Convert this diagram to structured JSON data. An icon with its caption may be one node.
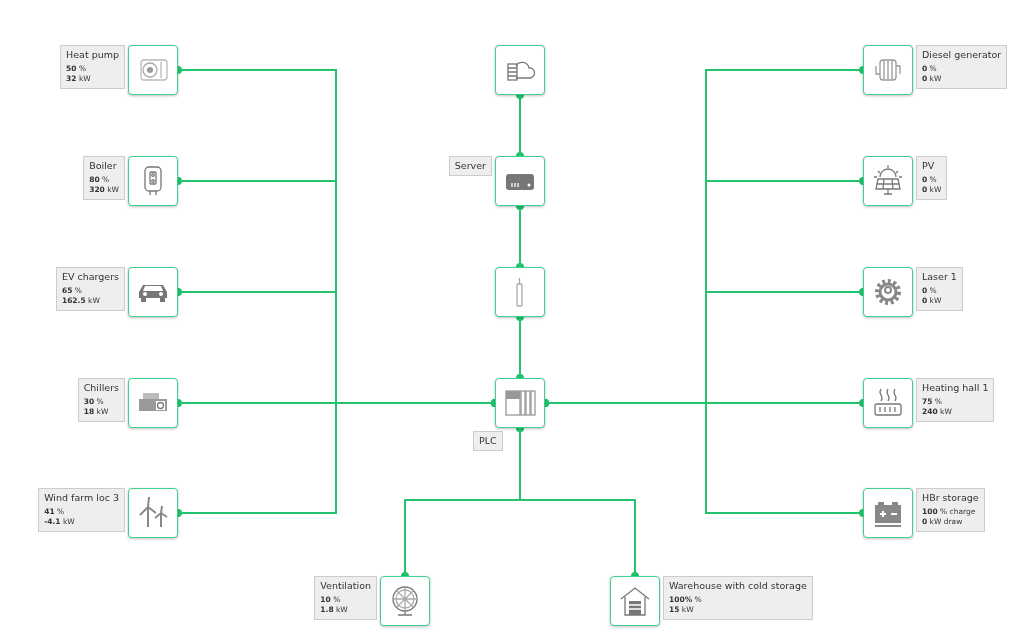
{
  "diagram": {
    "nodes": [
      {
        "text": [
          "Heat pump",
          "**50** %",
          "**32** kW"
        ]
      },
      {
        "text": [
          "Boiler",
          "**80** %",
          "**320** kW"
        ]
      },
      {
        "text": [
          "EV chargers",
          "**65** %",
          "**162.5** kW"
        ]
      },
      {
        "text": [
          "Chillers",
          "**30** %",
          "**18** kW"
        ]
      },
      {
        "text": [
          "Wind farm loc 3",
          "**41** %",
          "**-4.1** kW"
        ]
      },
      {
        "text": [],
        "shape": "picture"
      },
      {
        "text": [
          "Server"
        ]
      },
      {
        "text": [],
        "shape": "picture"
      },
      {
        "text": [
          "PLC"
        ]
      },
      {
        "text": [
          "Diesel generator",
          "**0** %",
          "**0** kW"
        ]
      },
      {
        "text": [
          "PV",
          "**0** %",
          "**0** kW"
        ]
      },
      {
        "text": [
          "Laser 1",
          "**0** %",
          "**0** kW"
        ]
      },
      {
        "text": [
          "Heating hall 1",
          "**75** %",
          "**240** kW"
        ]
      },
      {
        "text": [
          "HBr storage",
          "**100** % charge",
          "**0** kW draw"
        ]
      },
      {
        "text": [
          "Ventilation",
          "**10** %",
          "**1.8** kW"
        ]
      },
      {
        "text": [
          "Warehouse with cold storage",
          "**100%** %",
          "**15** kW"
        ]
      }
    ],
    "edges": [
      {
        "from": 5,
        "to": 6,
        "arrow": "other"
      },
      {
        "from": 6,
        "to": 7,
        "arrow": "other"
      },
      {
        "from": 7,
        "to": 8,
        "arrow": "other"
      },
      {
        "from": 0,
        "to": 8,
        "arrow": "other"
      },
      {
        "from": 1,
        "to": 8,
        "arrow": "other"
      },
      {
        "from": 2,
        "to": 8,
        "arrow": "other"
      },
      {
        "from": 3,
        "to": 8,
        "arrow": "other"
      },
      {
        "from": 4,
        "to": 8,
        "arrow": "other"
      },
      {
        "from": 8,
        "to": 9,
        "arrow": "other"
      },
      {
        "from": 8,
        "to": 10,
        "arrow": "other"
      },
      {
        "from": 8,
        "to": 11,
        "arrow": "other"
      },
      {
        "from": 8,
        "to": 12,
        "arrow": "other"
      },
      {
        "from": 8,
        "to": 13,
        "arrow": "other"
      },
      {
        "from": 8,
        "to": 14,
        "arrow": "other"
      },
      {
        "from": 8,
        "to": 15,
        "arrow": "other"
      }
    ]
  }
}
